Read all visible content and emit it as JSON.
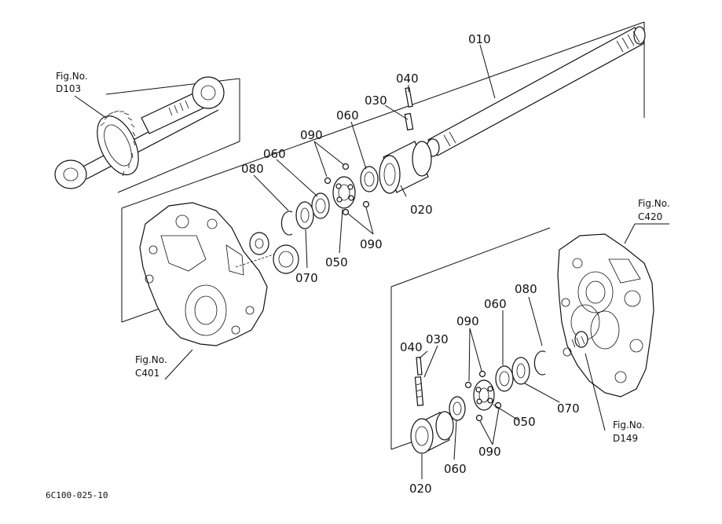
{
  "parts": {
    "upper": {
      "p010": "010",
      "p040": "040",
      "p030": "030",
      "p060a": "060",
      "p090a": "090",
      "p060b": "060",
      "p080": "080",
      "p020": "020",
      "p090b": "090",
      "p070": "070",
      "p050": "050"
    },
    "lower": {
      "p080": "080",
      "p060a": "060",
      "p090a": "090",
      "p040": "040",
      "p030": "030",
      "p070": "070",
      "p050": "050",
      "p090b": "090",
      "p060b": "060",
      "p020": "020"
    }
  },
  "references": {
    "d103": {
      "title": "Fig.No.",
      "code": "D103"
    },
    "c401": {
      "title": "Fig.No.",
      "code": "C401"
    },
    "c420": {
      "title": "Fig.No.",
      "code": "C420"
    },
    "d149": {
      "title": "Fig.No.",
      "code": "D149"
    }
  },
  "diagram_code": "6C100-025-10"
}
